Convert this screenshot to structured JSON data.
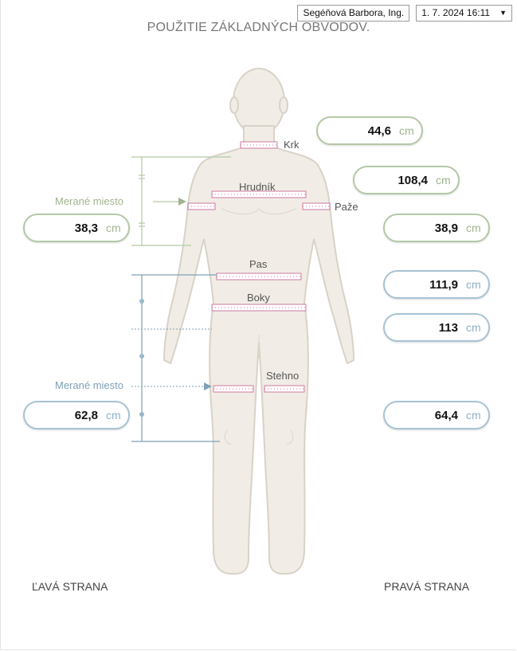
{
  "header": {
    "user": "Segéňová Barbora, Ing.",
    "date": "1. 7. 2024 16:11",
    "dropdown_icon": "chevron-down-icon"
  },
  "title": "POUŽITIE ZÁKLADNÝCH OBVODOV.",
  "labels": {
    "krk": "Krk",
    "hrudnik": "Hrudník",
    "paze": "Paže",
    "pas": "Pas",
    "boky": "Boky",
    "stehno": "Stehno",
    "merane_miesto_top": "Merané miesto",
    "merane_miesto_bottom": "Merané miesto",
    "left_side": "ĽAVÁ STRANA",
    "right_side": "PRAVÁ STRANA"
  },
  "measurements": {
    "unit": "cm",
    "krk": "44,6",
    "hrudnik": "108,4",
    "paze_left": "38,3",
    "paze_right": "38,9",
    "pas": "111,9",
    "boky": "113",
    "stehno_left": "62,8",
    "stehno_right": "64,4"
  },
  "colors": {
    "upper_accent": "#b4c8a6",
    "lower_accent": "#a7c3d4",
    "body_fill": "#f1ede6",
    "tape": "#d96aa0"
  }
}
